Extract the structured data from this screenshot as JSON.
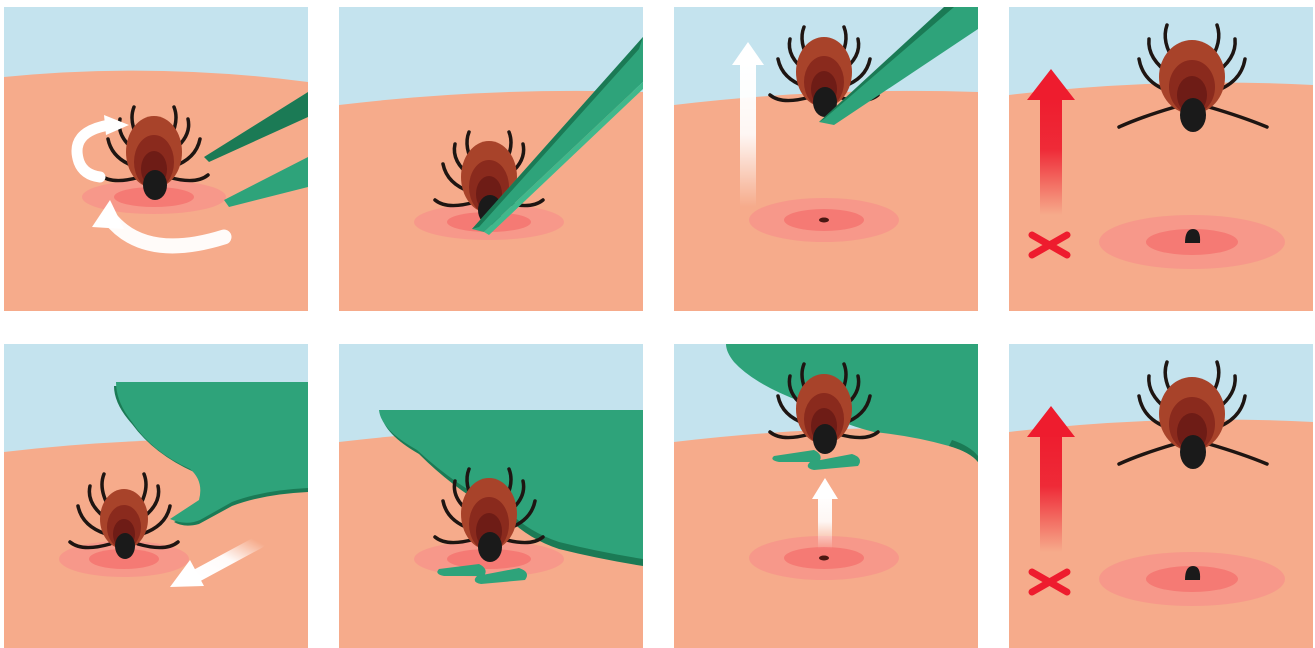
{
  "colors": {
    "sky": "#c4e3ee",
    "skin": "#f6ab8b",
    "redness_outer": "#f7938a",
    "redness_inner": "#f57a74",
    "puncture": "#4a1712",
    "tick_outer": "#a8432a",
    "tick_mid": "#8a2a1d",
    "tick_inner": "#6e1c16",
    "tick_head": "#1a1a1a",
    "tick_legs": "#1e1512",
    "tool_green": "#2ea37a",
    "tool_dark": "#1b7a55",
    "tool_light": "#40b88c",
    "arrow_white": "#ffffff",
    "arrow_red": "#ee1c2e",
    "cross_red": "#ee1c2e"
  },
  "panels": [
    {
      "id": "tweezers-twist",
      "icon": "twist-arrows-icon"
    },
    {
      "id": "tweezers-grasp",
      "icon": "tweezers-icon"
    },
    {
      "id": "tweezers-pull-up",
      "icon": "up-arrow-icon"
    },
    {
      "id": "tweezers-wrong-crushed",
      "icon": "red-arrow-cross-icon"
    },
    {
      "id": "hook-slide",
      "icon": "diagonal-arrow-icon"
    },
    {
      "id": "hook-grasp",
      "icon": "tick-hook-icon"
    },
    {
      "id": "hook-pull-up",
      "icon": "up-arrow-icon"
    },
    {
      "id": "hook-wrong-crushed",
      "icon": "red-arrow-cross-icon"
    }
  ]
}
